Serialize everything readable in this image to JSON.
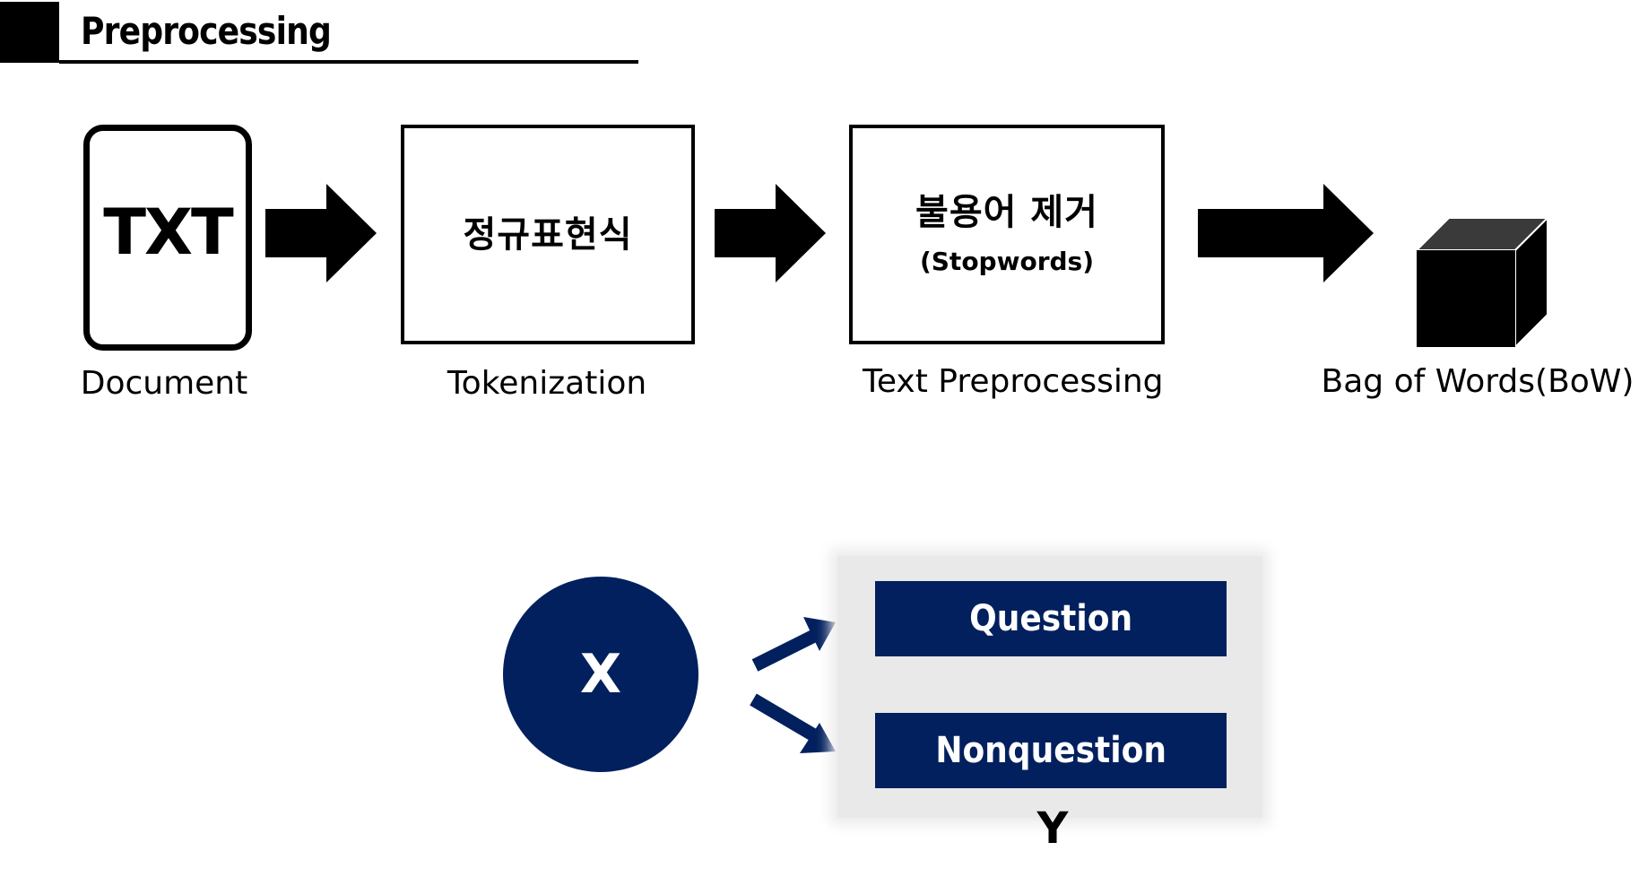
{
  "header": {
    "title": "Preprocessing"
  },
  "pipeline": {
    "document": {
      "icon_text": "TXT",
      "caption": "Document"
    },
    "tokenization": {
      "box_text": "정규표현식",
      "caption": "Tokenization"
    },
    "text_preprocessing": {
      "box_text": "불용어 제거",
      "box_subtext": "(Stopwords)",
      "caption": "Text Preprocessing"
    },
    "bag_of_words": {
      "icon": "cube-icon",
      "caption": "Bag of Words(BoW)"
    },
    "arrow_icon": "right-arrow-icon"
  },
  "classification": {
    "input_label": "X",
    "output_label": "Y",
    "classes": [
      "Question",
      "Nonquestion"
    ]
  },
  "colors": {
    "navy": "#02205e",
    "black": "#000000",
    "panel_gray": "#e9e9e9"
  }
}
